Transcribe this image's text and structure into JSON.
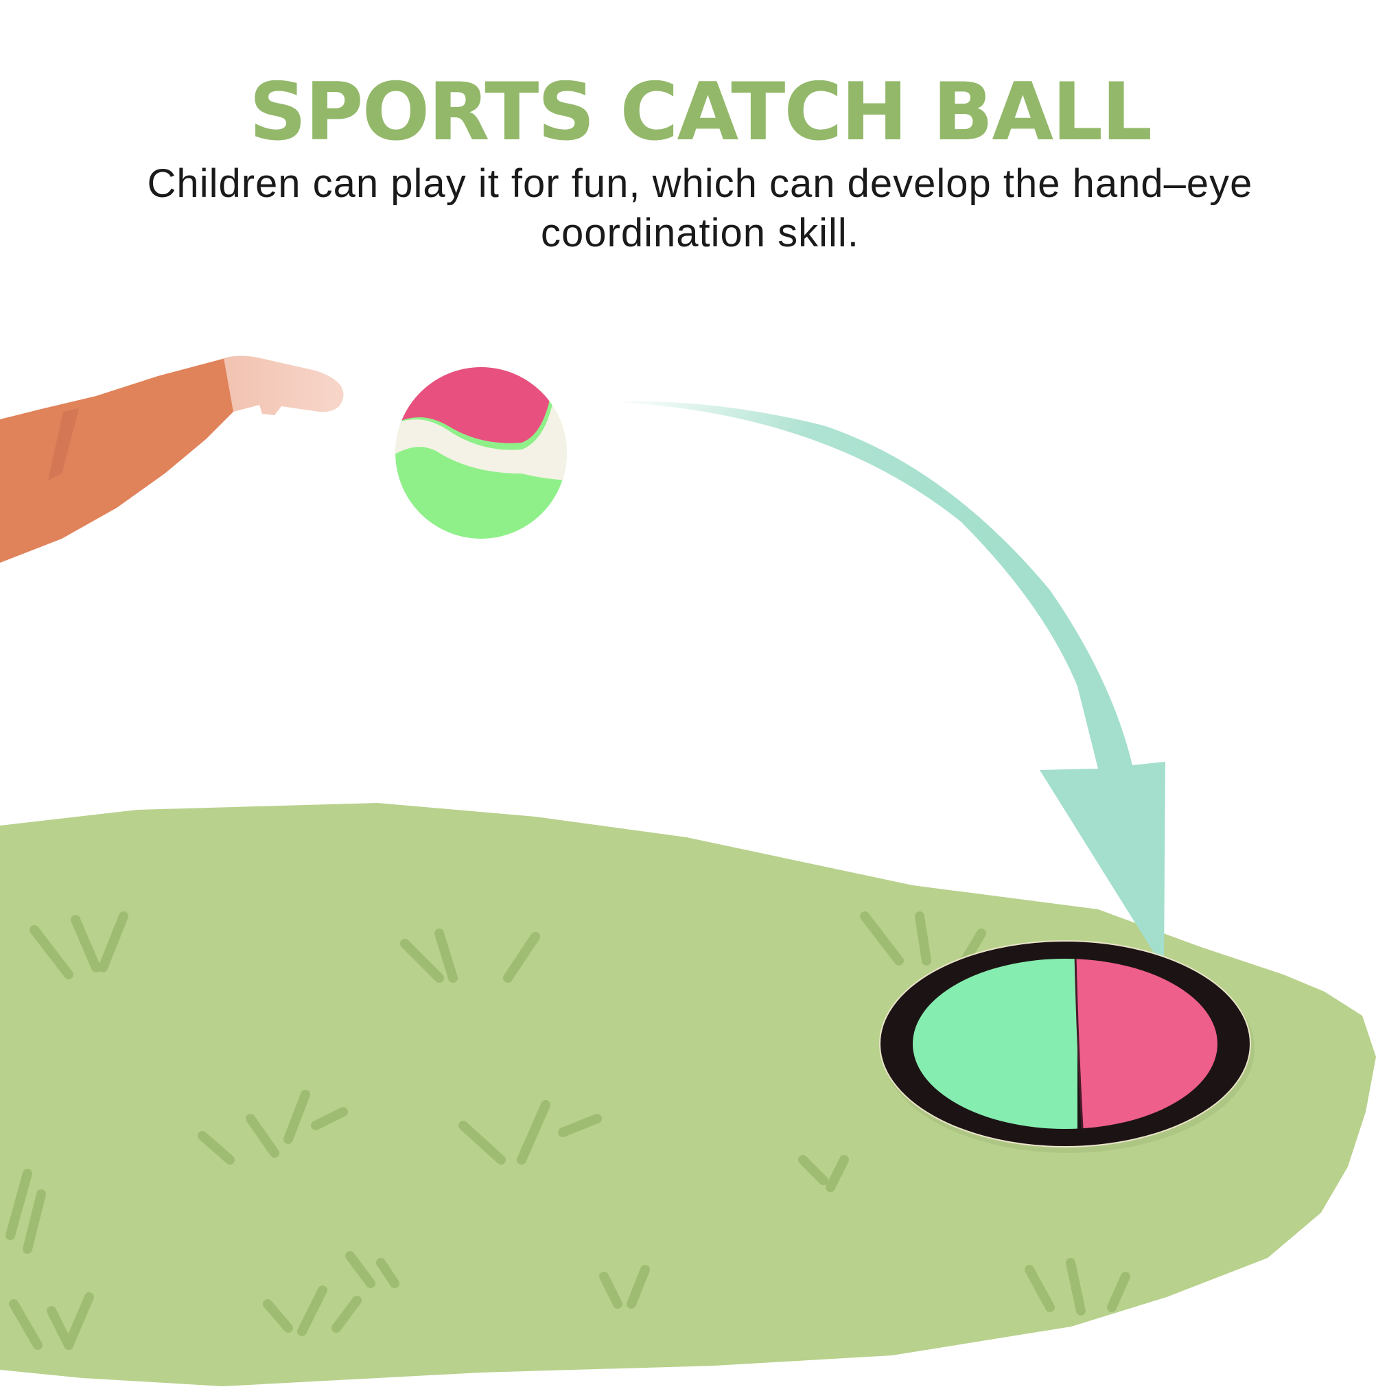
{
  "header": {
    "title": "SPORTS CATCH BALL",
    "subtitle_line1": "Children can play it for fun, which can develop the hand–eye",
    "subtitle_line2": "coordination skill."
  },
  "colors": {
    "title": "#93b86a",
    "text": "#1a1a1a",
    "arm": "#e0825a",
    "hand": "#f5cdbf",
    "ball_pink": "#e8507f",
    "ball_green": "#8ff08a",
    "ball_seam": "#f4f2e6",
    "arrow": "#a6dfcd",
    "grass": "#b8d18c",
    "grass_blades": "#9dbb70",
    "paddle_rim": "#1c1414",
    "paddle_green": "#86edb0",
    "paddle_pink": "#ee5f8c"
  },
  "illustration": {
    "elements": [
      "arm-throwing",
      "catch-ball",
      "trajectory-arrow",
      "grass-field",
      "catch-paddle"
    ]
  }
}
